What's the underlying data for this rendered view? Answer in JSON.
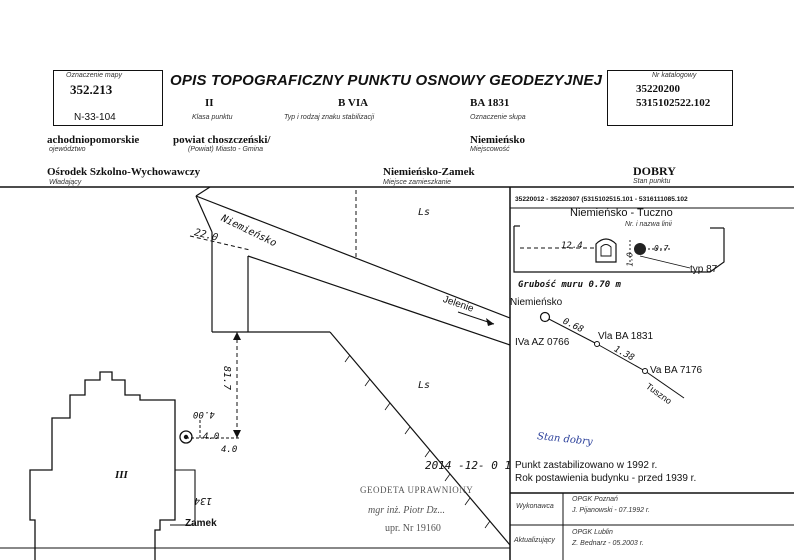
{
  "header": {
    "map_label": "Oznaczenie mapy",
    "map_number": "352.213",
    "sheet": "N-33-104",
    "title": "OPIS TOPOGRAFICZNY PUNKTU OSNOWY GEODEZYJNEJ",
    "catalog_label": "Nr katalogowy",
    "catalog_1": "35220200",
    "catalog_2": "5315102522.102"
  },
  "classes": {
    "point_class": "II",
    "point_class_label": "Klasa punktu",
    "mark_type": "B VIA",
    "mark_type_label": "Typ i rodzaj znaku stabilizacji",
    "pillar": "BA 1831",
    "pillar_label": "Oznaczenie słupa"
  },
  "location": {
    "voivodeship": "achodniopomorskie",
    "voivodeship_label": "ojewództwo",
    "district": "powiat choszczeński/",
    "district_label": "(Powiat) Miasto - Gmina",
    "locality": "Niemieńsko",
    "locality_label": "Miejscowość",
    "owner": "Ośrodek Szkolno-Wychowawczy",
    "owner_label": "Władający",
    "residence": "Niemieńsko-Zamek",
    "residence_label": "Miejsce zamieszkanie",
    "state": "DOBRY",
    "state_label": "Stan punktu"
  },
  "line_panel": {
    "ids": "35220012 - 35220307 (5315102515.101 - 5316111085.102",
    "name": "Niemieńsko - Tuczno",
    "name_label": "Nr. i nazwa linii",
    "dim_124": "12.4",
    "dim_10": "1.0",
    "dim_07": "0.7",
    "wall": "Grubość muru 0.70 m",
    "typ": "typ 87",
    "n_niem": "Niemieńsko",
    "d_068": "0.68",
    "n_vla": "Vla BA 1831",
    "n_iva": "IVa AZ 0766",
    "d_138": "1.38",
    "n_va": "Va BA 7176",
    "n_tuszno": "Tuszno"
  },
  "sketch": {
    "road1": "Niemieńsko",
    "d220": "22.0",
    "road2": "Jelenie",
    "ls1": "Ls",
    "ls2": "Ls",
    "d817": "81.7",
    "d40a": "4.0",
    "d40b": "4.0",
    "d400": "4.00",
    "iii": "III",
    "b34": "134",
    "zamek": "Zamek",
    "date": "2014 -12- 0 1"
  },
  "notes": {
    "stan": "Stan dobry",
    "stab": "Punkt zastabilizowano w 1992 r.",
    "built": "Rok postawienia budynku - przed 1939 r."
  },
  "stamp": {
    "l1": "GEODETA UPRAWNIONY",
    "l2": "mgr inż. Piotr Dz...",
    "l3": "upr. Nr 19160"
  },
  "footer": {
    "exec_label": "Wykonawca",
    "exec_1": "OPGK Poznań",
    "exec_2": "J. Pijanowski - 07.1992 r.",
    "upd_label": "Aktualizujący",
    "upd_1": "OPGK Lublin",
    "upd_2": "Z. Bednarz - 05.2003 r."
  },
  "colors": {
    "ink": "#111111",
    "pen_blue": "#2a3f9a",
    "stamp": "#555555"
  }
}
